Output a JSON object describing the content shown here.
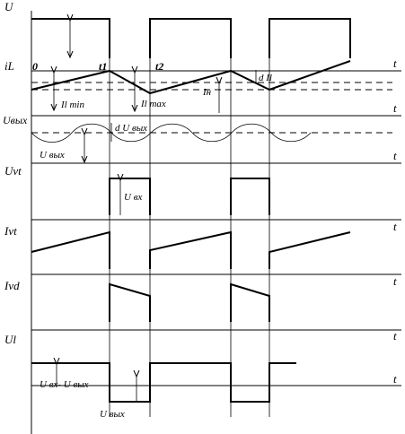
{
  "traces": [
    {
      "id": "u",
      "label": "U"
    },
    {
      "id": "il",
      "label": "iL"
    },
    {
      "id": "uout",
      "label": "Uвых"
    },
    {
      "id": "uvt",
      "label": "Uvt"
    },
    {
      "id": "ivt",
      "label": "Ivt"
    },
    {
      "id": "ivd",
      "label": "Ivd"
    },
    {
      "id": "ul",
      "label": "Ul"
    }
  ],
  "axis_end_label": "t",
  "time_marks": {
    "zero": "0",
    "t1": "t1",
    "t2": "t2"
  },
  "annotations": {
    "il_min": "Il min",
    "il_max": "Il max",
    "i_load": "Iн",
    "d_il": "d Il",
    "d_uout": "d U вых",
    "uout": "U вых",
    "uin": "U вх",
    "uin_minus_uout": "U вх- U вых",
    "ul_uout": "U вых"
  }
}
